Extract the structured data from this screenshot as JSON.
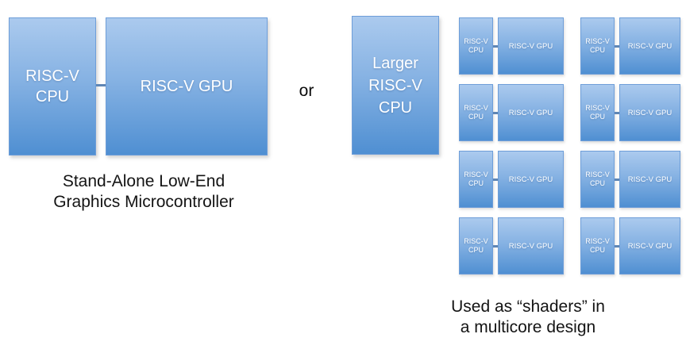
{
  "left_unit": {
    "cpu_label": "RISC-V\nCPU",
    "gpu_label": "RISC-V GPU",
    "caption": "Stand-Alone Low-End\nGraphics Microcontroller"
  },
  "or_label": "or",
  "larger_cpu": {
    "label": "Larger\nRISC-V\nCPU"
  },
  "shaders": {
    "caption": "Used as “shaders” in\na multicore design",
    "cells": [
      {
        "cpu_label": "RISC-V\nCPU",
        "gpu_label": "RISC-V GPU"
      },
      {
        "cpu_label": "RISC-V\nCPU",
        "gpu_label": "RISC-V GPU"
      },
      {
        "cpu_label": "RISC-V\nCPU",
        "gpu_label": "RISC-V GPU"
      },
      {
        "cpu_label": "RISC-V\nCPU",
        "gpu_label": "RISC-V GPU"
      },
      {
        "cpu_label": "RISC-V\nCPU",
        "gpu_label": "RISC-V GPU"
      },
      {
        "cpu_label": "RISC-V\nCPU",
        "gpu_label": "RISC-V GPU"
      },
      {
        "cpu_label": "RISC-V\nCPU",
        "gpu_label": "RISC-V GPU"
      },
      {
        "cpu_label": "RISC-V\nCPU",
        "gpu_label": "RISC-V GPU"
      }
    ]
  },
  "colors": {
    "box_gradient_top": "#abcaee",
    "box_gradient_bottom": "#4f8fd2",
    "box_border": "#6e9ed9",
    "connector": "#5f86b5",
    "box_text": "#ffffff",
    "caption_text": "#141414"
  }
}
